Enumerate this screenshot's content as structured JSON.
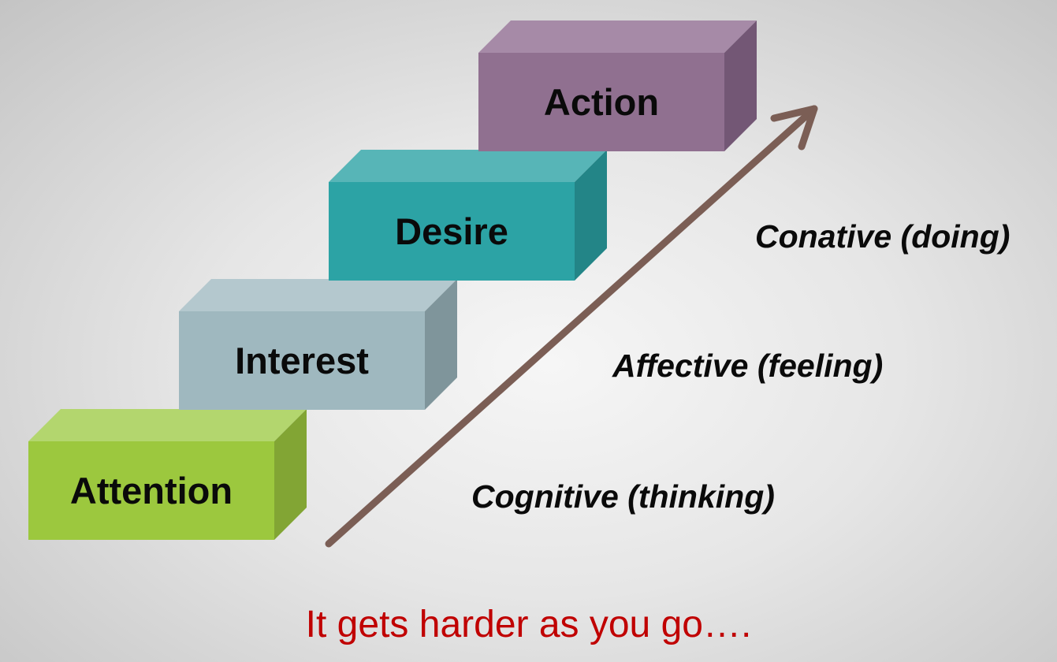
{
  "steps": [
    {
      "label": "Attention",
      "colors": {
        "front": "#9cc83e",
        "top": "#b3d66e",
        "side": "#82a534"
      }
    },
    {
      "label": "Interest",
      "colors": {
        "front": "#9fb8bf",
        "top": "#b4c8ce",
        "side": "#7f959b"
      }
    },
    {
      "label": "Desire",
      "colors": {
        "front": "#2ca3a5",
        "top": "#57b5b7",
        "side": "#238587"
      }
    },
    {
      "label": "Action",
      "colors": {
        "front": "#907090",
        "top": "#a68aa7",
        "side": "#735775"
      }
    }
  ],
  "stages": {
    "cognitive": "Cognitive (thinking)",
    "affective": "Affective (feeling)",
    "conative": "Conative (doing)"
  },
  "footer": {
    "text": "It gets harder as you go….",
    "color": "#c00000"
  },
  "arrow": {
    "color": "#7b5e55"
  }
}
